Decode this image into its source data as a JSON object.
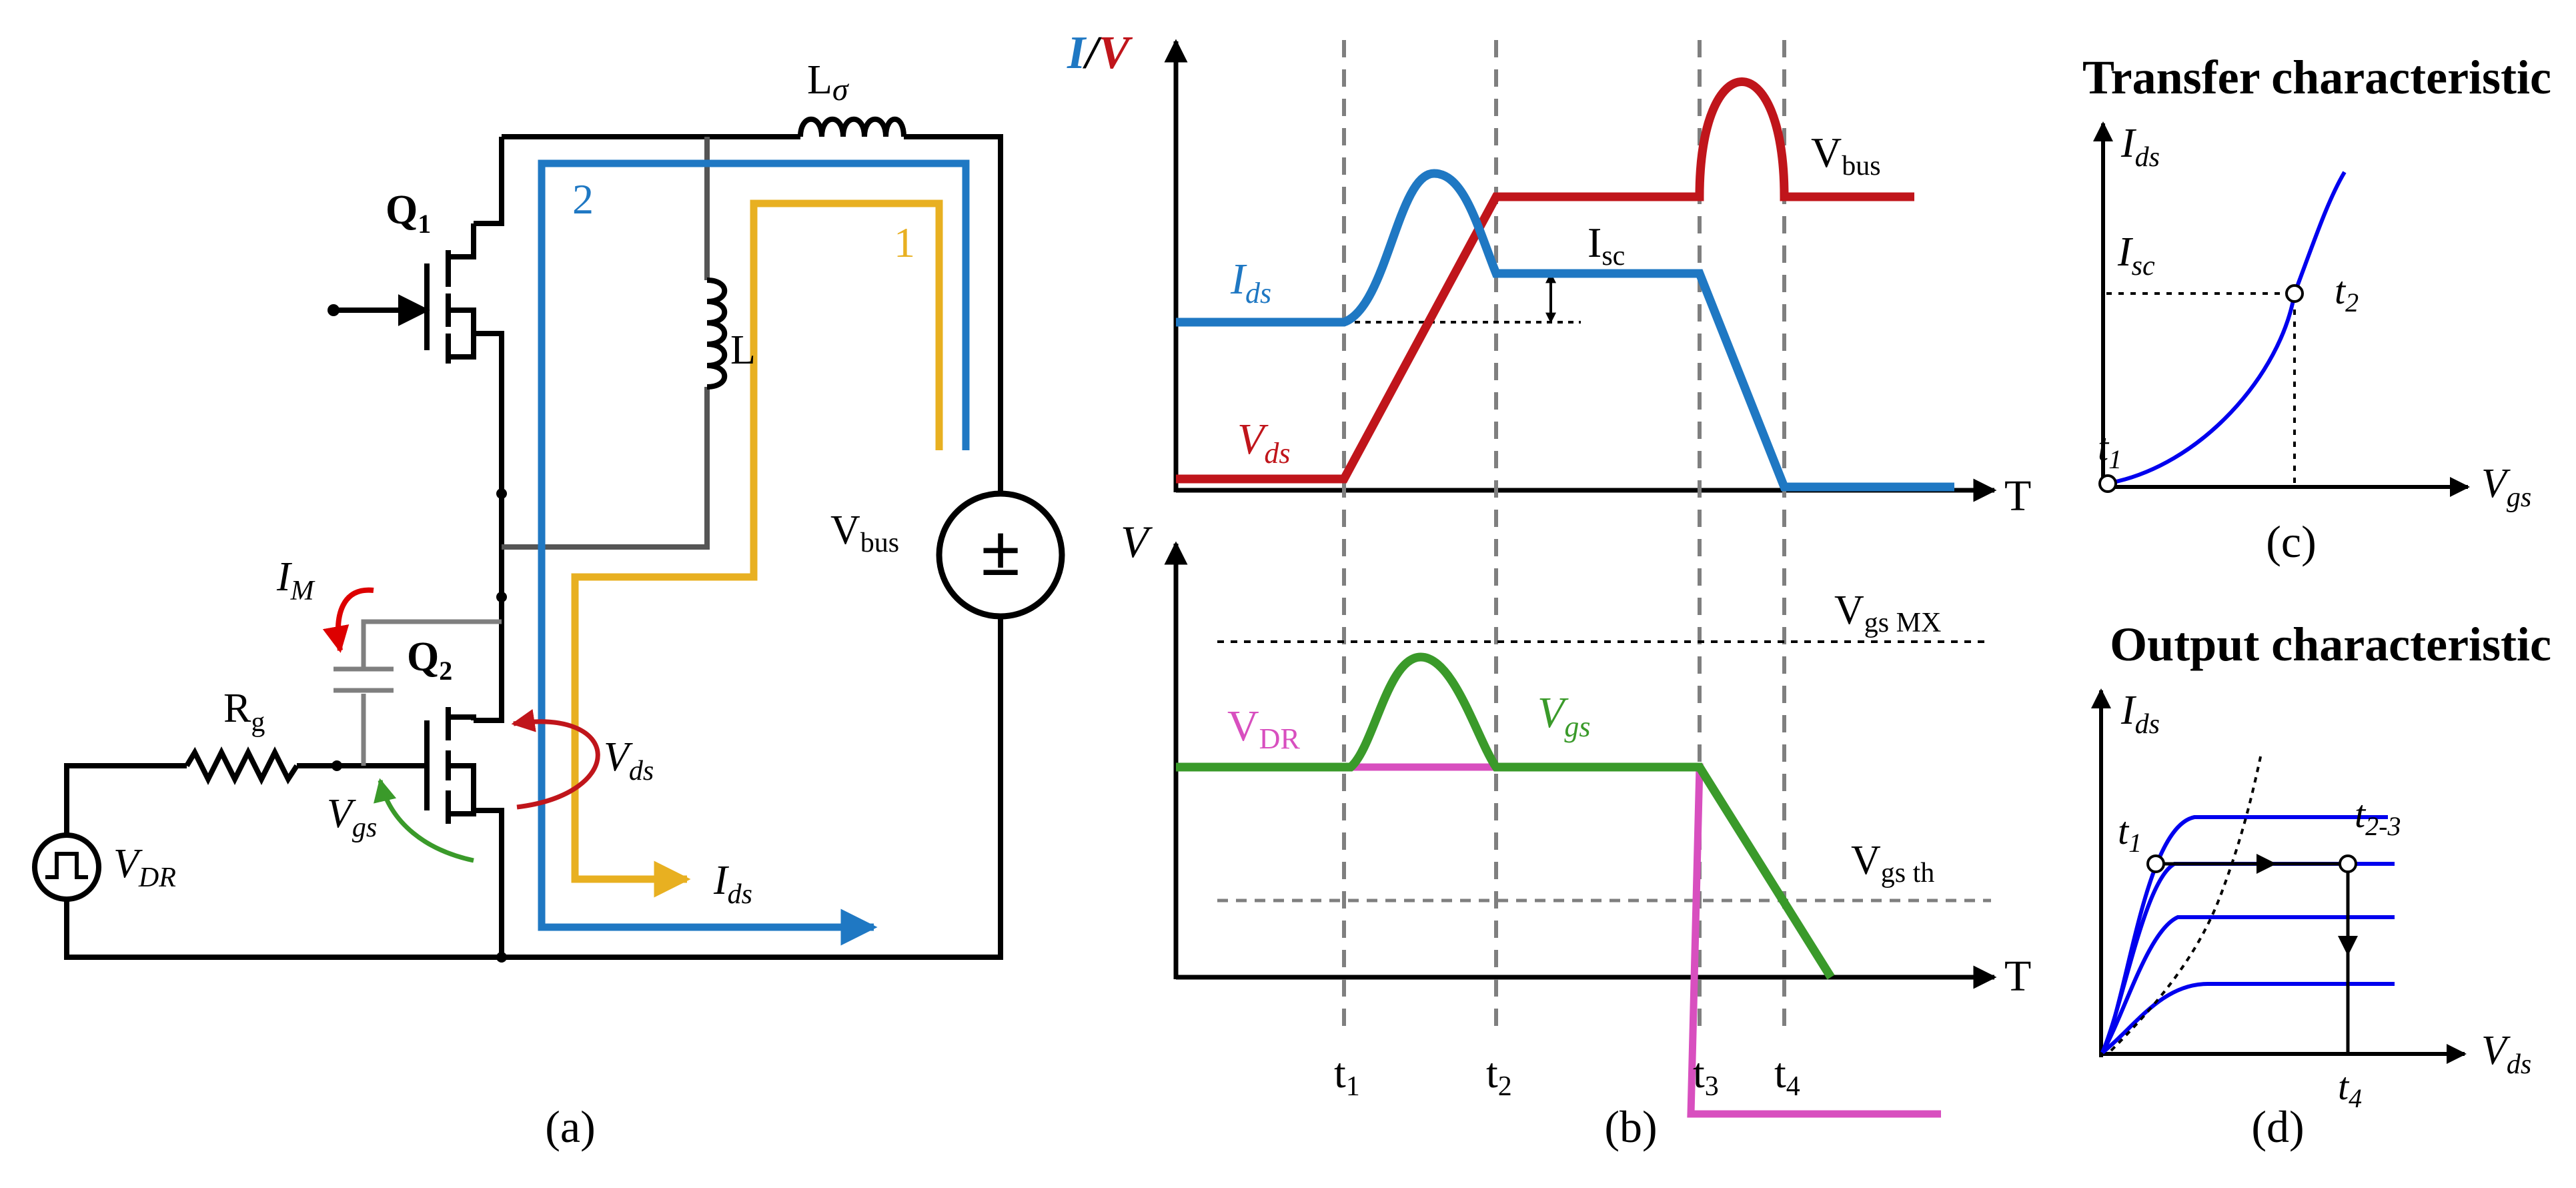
{
  "colors": {
    "wire": "#000000",
    "gray_wire": "#7f7f7f",
    "blue": "#1f78c3",
    "yellow": "#e8b021",
    "red": "#c0151b",
    "green": "#3a9a2a",
    "magenta": "#d84fbf",
    "trace_blue": "#0000ee",
    "arrow_red": "#dd0000"
  },
  "panel_a": {
    "caption": "(a)",
    "q1_label": "Q",
    "q1_sub": "1",
    "q2_label": "Q",
    "q2_sub": "2",
    "lsigma_label": "L",
    "lsigma_sym": "σ",
    "inductor_label": "L",
    "path_2_label": "2",
    "path_1_label": "1",
    "vbus_label": "V",
    "vbus_sub": "bus",
    "source_symbol": "±",
    "rg_label": "R",
    "rg_sub": "g",
    "im_label": "I",
    "im_sub": "M",
    "vds_label": "V",
    "vds_sub": "ds",
    "vgs_label": "V",
    "vgs_sub": "gs",
    "vdr_label": "V",
    "vdr_sub": "DR",
    "ids1_label": "I",
    "ids1_sub": "ds",
    "ids2_label": "I",
    "ids2_sub": "ds"
  },
  "panel_b": {
    "caption": "(b)",
    "top_ylabel_i": "I",
    "top_ylabel_slash": "/",
    "top_ylabel_v": "V",
    "top_xlabel": "T",
    "bottom_ylabel": "V",
    "bottom_xlabel": "T",
    "vbus_label": "V",
    "vbus_sub": "bus",
    "isc_label": "I",
    "isc_sub": "sc",
    "ids_label": "I",
    "ids_sub": "ds",
    "vds_label": "V",
    "vds_sub": "ds",
    "vgsmx_label": "V",
    "vgsmx_sub": "gs MX",
    "vdr_label": "V",
    "vdr_sub": "DR",
    "vgs_label": "V",
    "vgs_sub": "gs",
    "vgsth_label": "V",
    "vgsth_sub": "gs th",
    "time_marks": [
      {
        "label": "t",
        "sub": "1"
      },
      {
        "label": "t",
        "sub": "2"
      },
      {
        "label": "t",
        "sub": "3"
      },
      {
        "label": "t",
        "sub": "4"
      }
    ]
  },
  "panel_c": {
    "title": "Transfer characteristic",
    "caption": "(c)",
    "ylabel": "I",
    "ylabel_sub": "ds",
    "xlabel": "V",
    "xlabel_sub": "gs",
    "isc_label": "I",
    "isc_sub": "sc",
    "t1_label": "t",
    "t1_sub": "1",
    "t2_label": "t",
    "t2_sub": "2"
  },
  "panel_d": {
    "title": "Output characteristic",
    "caption": "(d)",
    "ylabel": "I",
    "ylabel_sub": "ds",
    "xlabel": "V",
    "xlabel_sub": "ds",
    "t1_label": "t",
    "t1_sub": "1",
    "t23_label": "t",
    "t23_sub": "2-3",
    "t4_label": "t",
    "t4_sub": "4"
  }
}
